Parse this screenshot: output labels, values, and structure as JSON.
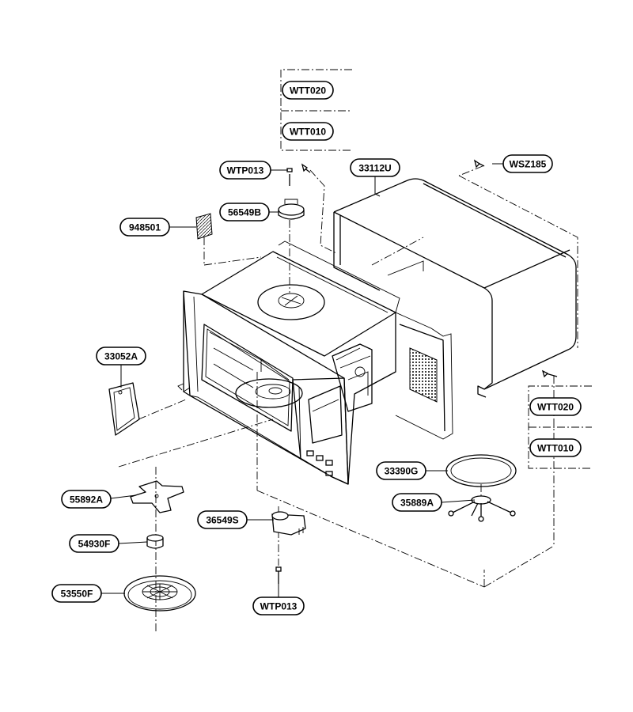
{
  "labels": {
    "wtt020_top": "WTT020",
    "wtt010_top": "WTT010",
    "wtp013_top": "WTP013",
    "p33112u": "33112U",
    "wsz185": "WSZ185",
    "p56549b": "56549B",
    "p948501": "948501",
    "p33052a": "33052A",
    "wtt020_right": "WTT020",
    "wtt010_right": "WTT010",
    "p33390g": "33390G",
    "p55892a": "55892A",
    "p35889a": "35889A",
    "p36549s": "36549S",
    "p54930f": "54930F",
    "p53550f": "53550F",
    "wtp013_bottom": "WTP013"
  }
}
